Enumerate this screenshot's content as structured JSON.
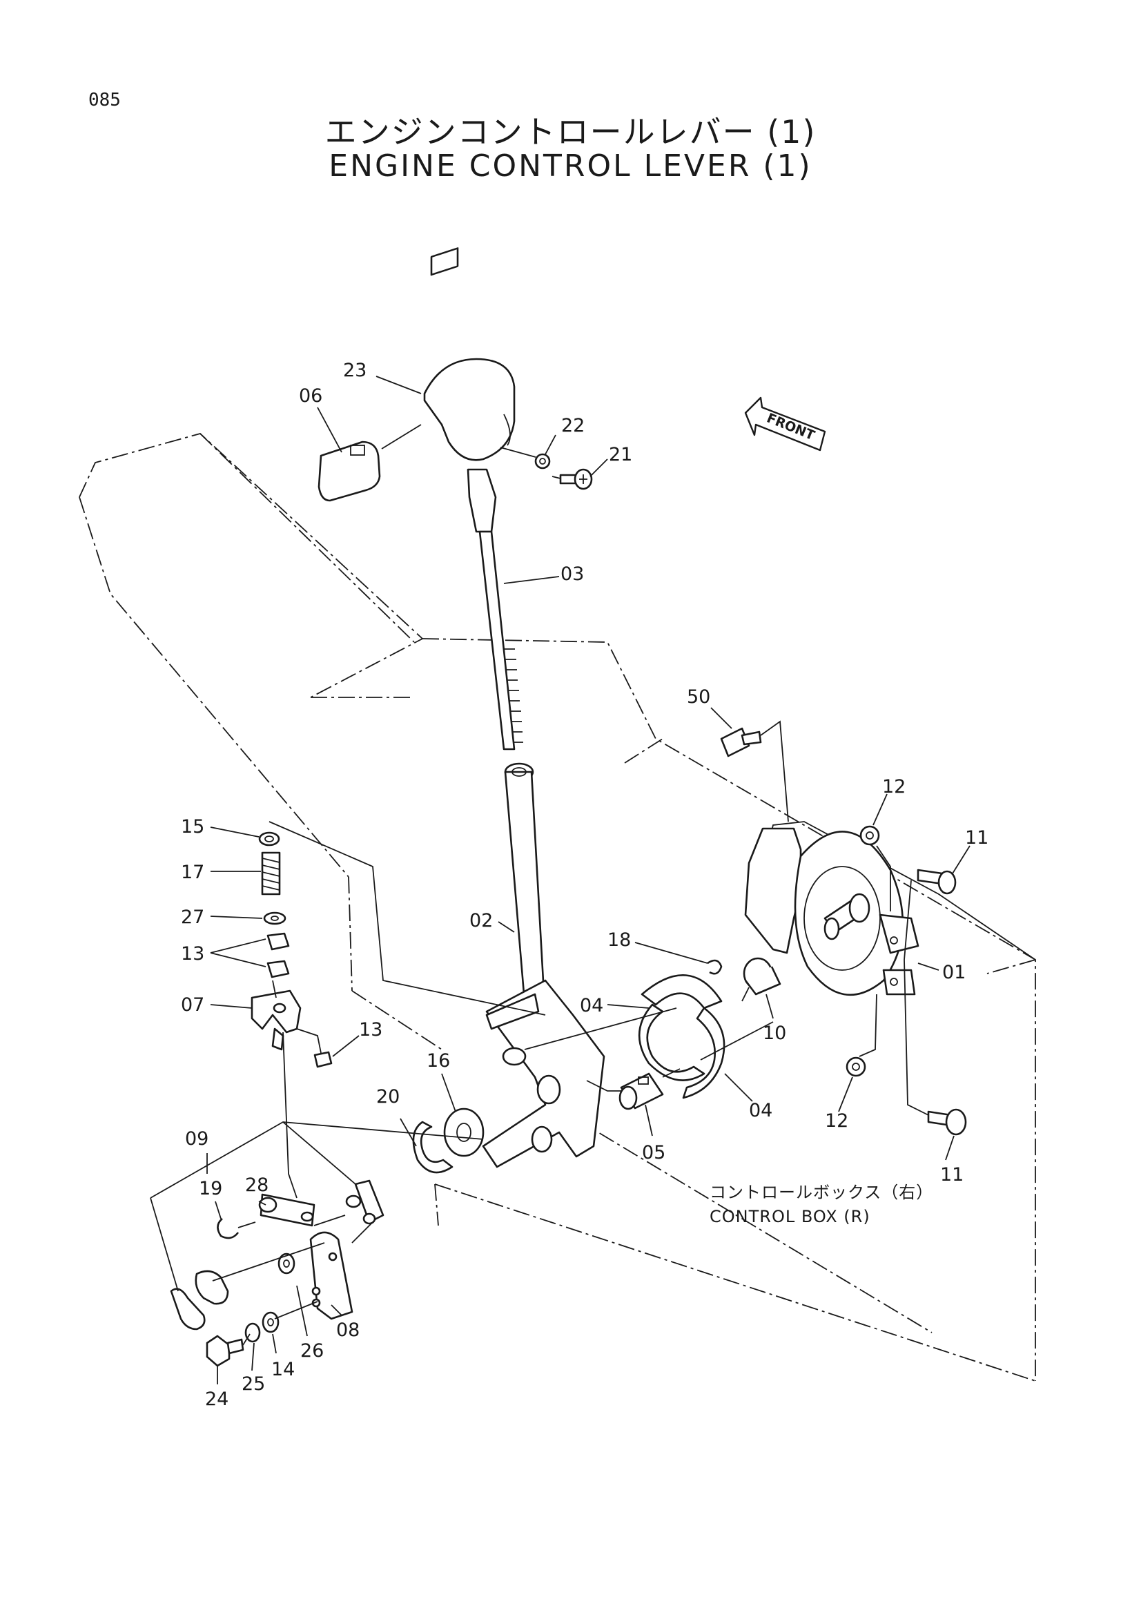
{
  "page_number": "085",
  "title_jp": "エンジンコントロールレバー (1)",
  "title_en": "ENGINE CONTROL LEVER (1)",
  "front_label": "FRONT",
  "box_caption_jp": "コントロールボックス（右）",
  "box_caption_en": "CONTROL BOX (R)",
  "labels": {
    "l23": "23",
    "l06": "06",
    "l22": "22",
    "l21": "21",
    "l03": "03",
    "l50": "50",
    "l12a": "12",
    "l11a": "11",
    "l15": "15",
    "l17": "17",
    "l27": "27",
    "l13a": "13",
    "l07": "07",
    "l13b": "13",
    "l02": "02",
    "l18": "18",
    "l04a": "04",
    "l01": "01",
    "l10": "10",
    "l16": "16",
    "l20": "20",
    "l04b": "04",
    "l05": "05",
    "l12b": "12",
    "l11b": "11",
    "l09": "09",
    "l28": "28",
    "l19": "19",
    "l08": "08",
    "l26": "26",
    "l14": "14",
    "l25": "25",
    "l24": "24"
  }
}
